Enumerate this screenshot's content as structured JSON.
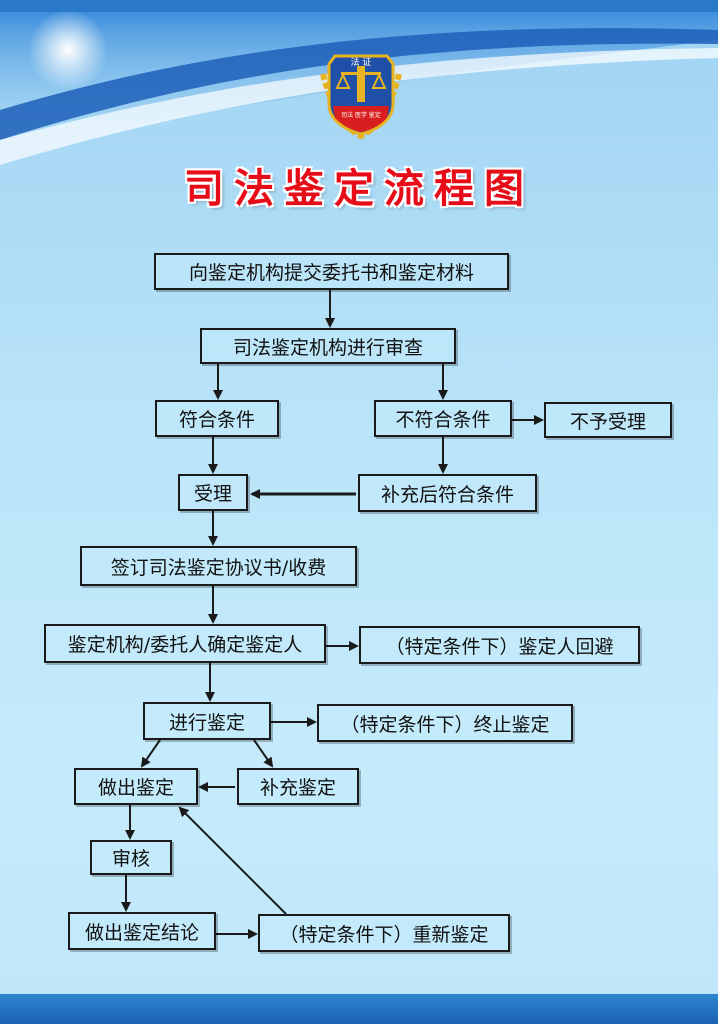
{
  "title": "司法鉴定流程图",
  "emblem": {
    "top_text": "法 证",
    "bottom_text": "司法 医学 鉴定",
    "colors": {
      "shield": "#1f4fa6",
      "gold": "#e8b320",
      "red": "#d81e1e"
    }
  },
  "colors": {
    "title": "#e60d18",
    "line": "#1a1a1a",
    "background": "#bfe6f9",
    "bar": "#1b62b4"
  },
  "nodes": {
    "submit": "向鉴定机构提交委托书和鉴定材料",
    "review": "司法鉴定机构进行审查",
    "qualified": "符合条件",
    "unqualified": "不符合条件",
    "reject": "不予受理",
    "accept": "受理",
    "supplement_qualified": "补充后符合条件",
    "sign": "签订司法鉴定协议书/收费",
    "assign": "鉴定机构/委托人确定鉴定人",
    "recusal": "（特定条件下）鉴定人回避",
    "conduct": "进行鉴定",
    "terminate": "（特定条件下）终止鉴定",
    "make": "做出鉴定",
    "supplement": "补充鉴定",
    "audit": "审核",
    "conclusion": "做出鉴定结论",
    "reappraise": "（特定条件下）重新鉴定"
  }
}
